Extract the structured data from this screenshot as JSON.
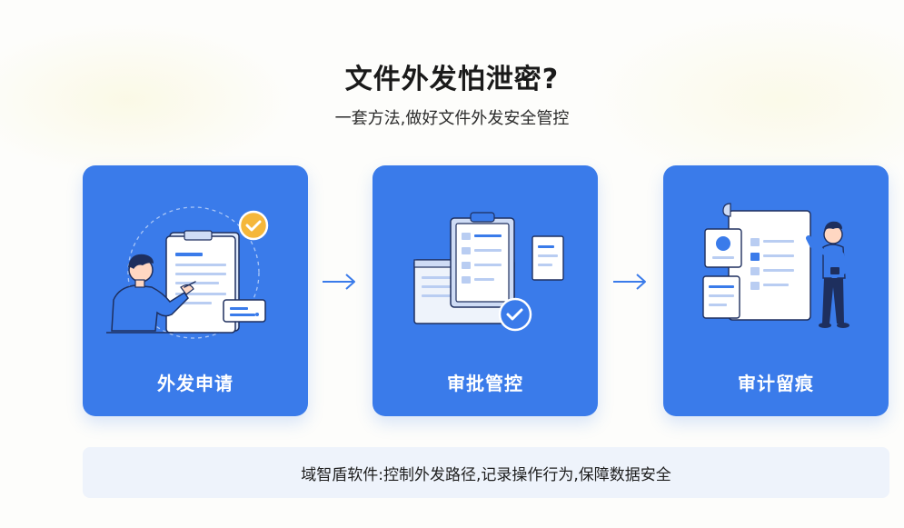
{
  "title": "文件外发怕泄密?",
  "subtitle": "一套方法,做好文件外发安全管控",
  "steps": [
    {
      "label": "外发申请",
      "illustration": "person-pointing-document-icon"
    },
    {
      "label": "审批管控",
      "illustration": "clipboard-approval-icon"
    },
    {
      "label": "审计留痕",
      "illustration": "audit-report-person-icon"
    }
  ],
  "footer": "域智盾软件:控制外发路径,记录操作行为,保障数据安全",
  "colors": {
    "card": "#3a7bea",
    "accent": "#f5b73b",
    "dark_navy": "#1e2f5e",
    "footer_bg": "#eef3fb"
  }
}
